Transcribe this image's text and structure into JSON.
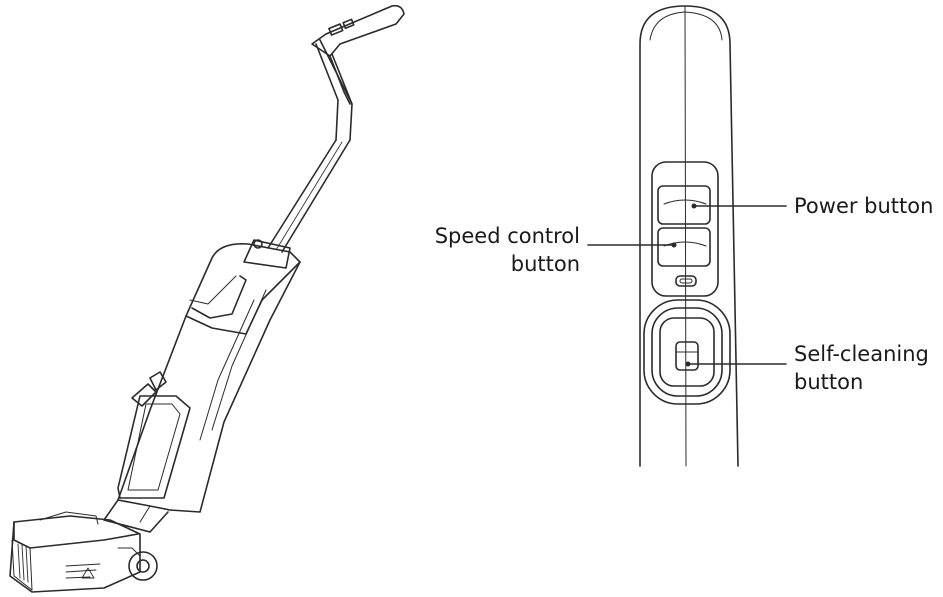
{
  "callouts": {
    "power": {
      "lines": [
        "Power button"
      ]
    },
    "speed": {
      "lines": [
        "Speed control",
        "button"
      ]
    },
    "self_cleaning": {
      "lines": [
        "Self-cleaning",
        "button"
      ]
    }
  },
  "colors": {
    "line": "#2b2b2b",
    "background": "#ffffff"
  }
}
